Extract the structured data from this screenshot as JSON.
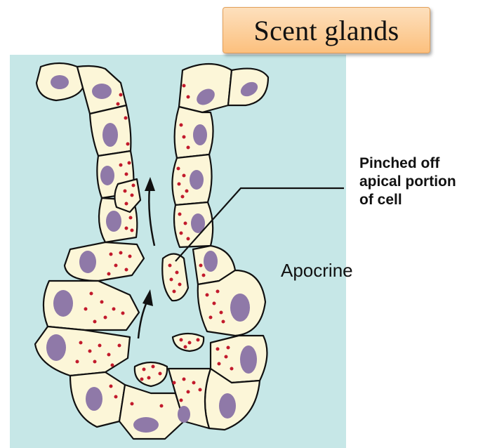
{
  "title": "Scent glands",
  "callout": "Pinched off\napical portion\nof cell",
  "gland_type": "Apocrine",
  "colors": {
    "background": "#c6e7e7",
    "cell_fill": "#fcf6d8",
    "nucleus": "#8f79a8",
    "granule": "#c21a2c",
    "title_box_top": "#fde0bd",
    "title_box_bottom": "#fcc07e"
  }
}
